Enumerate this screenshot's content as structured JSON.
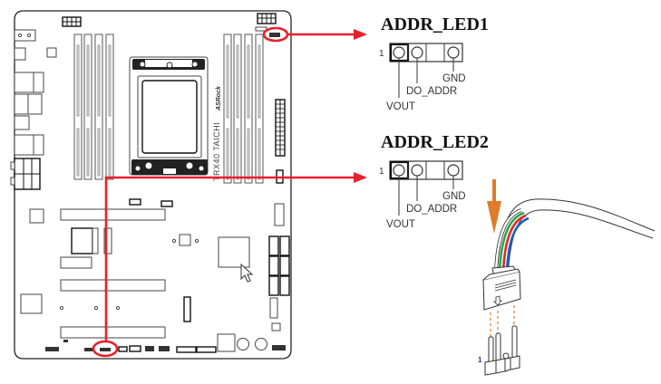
{
  "board": {
    "brand_text": "ASRock",
    "model_text": "TRX40 TAICHI"
  },
  "headers": [
    {
      "id": "addr-led1",
      "title": "ADDR_LED1",
      "pin1_label": "1",
      "pins": [
        "VOUT",
        "DO_ADDR",
        "",
        "GND"
      ],
      "labels": {
        "vout": "VOUT",
        "do_addr": "DO_ADDR",
        "gnd": "GND"
      }
    },
    {
      "id": "addr-led2",
      "title": "ADDR_LED2",
      "pin1_label": "1",
      "pins": [
        "VOUT",
        "DO_ADDR",
        "",
        "GND"
      ],
      "labels": {
        "vout": "VOUT",
        "do_addr": "DO_ADDR",
        "gnd": "GND"
      }
    }
  ],
  "cable_illustration": {
    "pin1_label": "1",
    "wire_colors": [
      "#ffffff",
      "#2aa84a",
      "#e02a2a",
      "#1e5fbf"
    ],
    "insert_arrow_color": "#e07b2a"
  },
  "colors": {
    "callout": "#e8202a",
    "insert_arrow": "#e07b2a"
  }
}
